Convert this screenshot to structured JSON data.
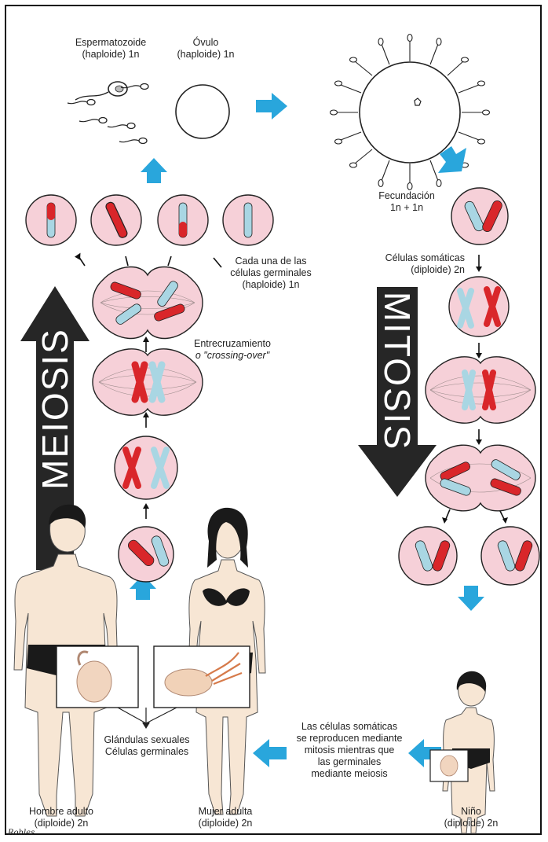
{
  "labels": {
    "sperm": [
      "Espermatozoide",
      "(haploide) 1n"
    ],
    "ovum": [
      "Óvulo",
      "(haploide) 1n"
    ],
    "fertilization": [
      "Fecundación",
      "1n + 1n"
    ],
    "somatic": [
      "Células somáticas",
      "(diploide) 2n"
    ],
    "germinal": [
      "Cada una de las",
      "células germinales",
      "(haploide) 1n"
    ],
    "crossing_line1": "Entrecruzamiento",
    "crossing_line2": "o \"crossing-over\"",
    "glands": [
      "Glándulas sexuales",
      "Células germinales"
    ],
    "repro": [
      "Las células somáticas",
      "se reproducen mediante",
      "mitosis mientras que",
      "las germinales",
      "mediante meiosis"
    ],
    "man": [
      "Hombre adulto",
      "(diploide) 2n"
    ],
    "woman": [
      "Mujer adulta",
      "(diploide) 2n"
    ],
    "child": [
      "Niño",
      "(diploide) 2n"
    ]
  },
  "big_arrows": {
    "meiosis": "MEIOSIS",
    "mitosis": "MITOSIS"
  },
  "signature": "Robles",
  "colors": {
    "cell": "#f6d0d8",
    "red_chrom": "#d9262a",
    "blue_chrom": "#a9d6e3",
    "accent_arrow": "#29a6dc",
    "big_arrow": "#262626"
  }
}
